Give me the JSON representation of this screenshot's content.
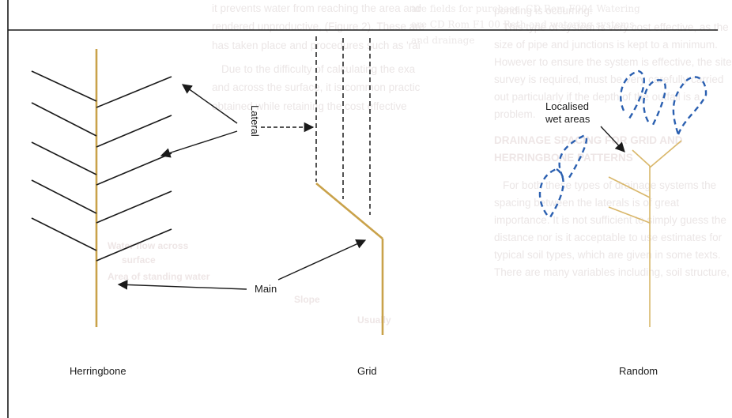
{
  "diagram": {
    "panels": [
      {
        "id": "herringbone",
        "caption": "Herringbone"
      },
      {
        "id": "grid",
        "caption": "Grid"
      },
      {
        "id": "random",
        "caption": "Random"
      }
    ],
    "callouts": {
      "lateral": "Lateral",
      "main": "Main",
      "wet_areas_line1": "Localised",
      "wet_areas_line2": "wet areas"
    },
    "colors": {
      "main_pipe": "#c9a24a",
      "lateral_pipe": "#1a1a1a",
      "wet_area_outline": "#2a5fb0",
      "frame": "#1a1a1a"
    }
  },
  "show_through_text": {
    "right_column": [
      "it prevents water from reaching the area and",
      "rendered unproductive, (Figure 2). These are",
      "has taken place and procedures such as 'rai",
      "Due to the difficulty of calculating the exa",
      "and across the surface, it is common practic",
      "obtained while retaining the cost effective"
    ],
    "middle_column": [
      "ponding is occurring.",
      "This type of system is very cost effective, as the",
      "size of pipe and junctions is kept to a minimum.",
      "However to ensure the system is effective, the site",
      "survey is required, must be very carefully carried",
      "out particularly if the depth of the outfall is a",
      "problem.",
      "DRAINAGE SPACING FOR GRID AND",
      "HERRINGBONE PATTERNS",
      "For both these types of drainage systems the",
      "spacing between the laterals is of great",
      "importance. It is not sufficient to simply guess the",
      "distance nor is it acceptable to use estimates for",
      "typical soil types, which are given in some texts.",
      "There are many variables including, soil structure,"
    ],
    "top_right": [
      "are fields for purchase. CD Rom F004 Watering",
      "are CD Rom F1 00 Reth and watering systems,",
      "and drainage"
    ],
    "figure_fragments": [
      "Water flow across",
      "surface",
      "Area of standing water",
      "Slope",
      "Usually"
    ]
  }
}
